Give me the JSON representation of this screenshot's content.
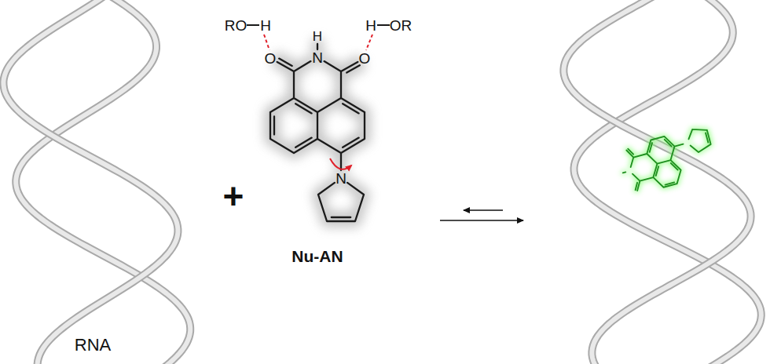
{
  "diagram": {
    "labels": [
      "RO",
      "H",
      "H",
      "OR",
      "H",
      "N",
      "O",
      "O",
      "N",
      "+",
      "Nu-AN",
      "RNA"
    ]
  }
}
